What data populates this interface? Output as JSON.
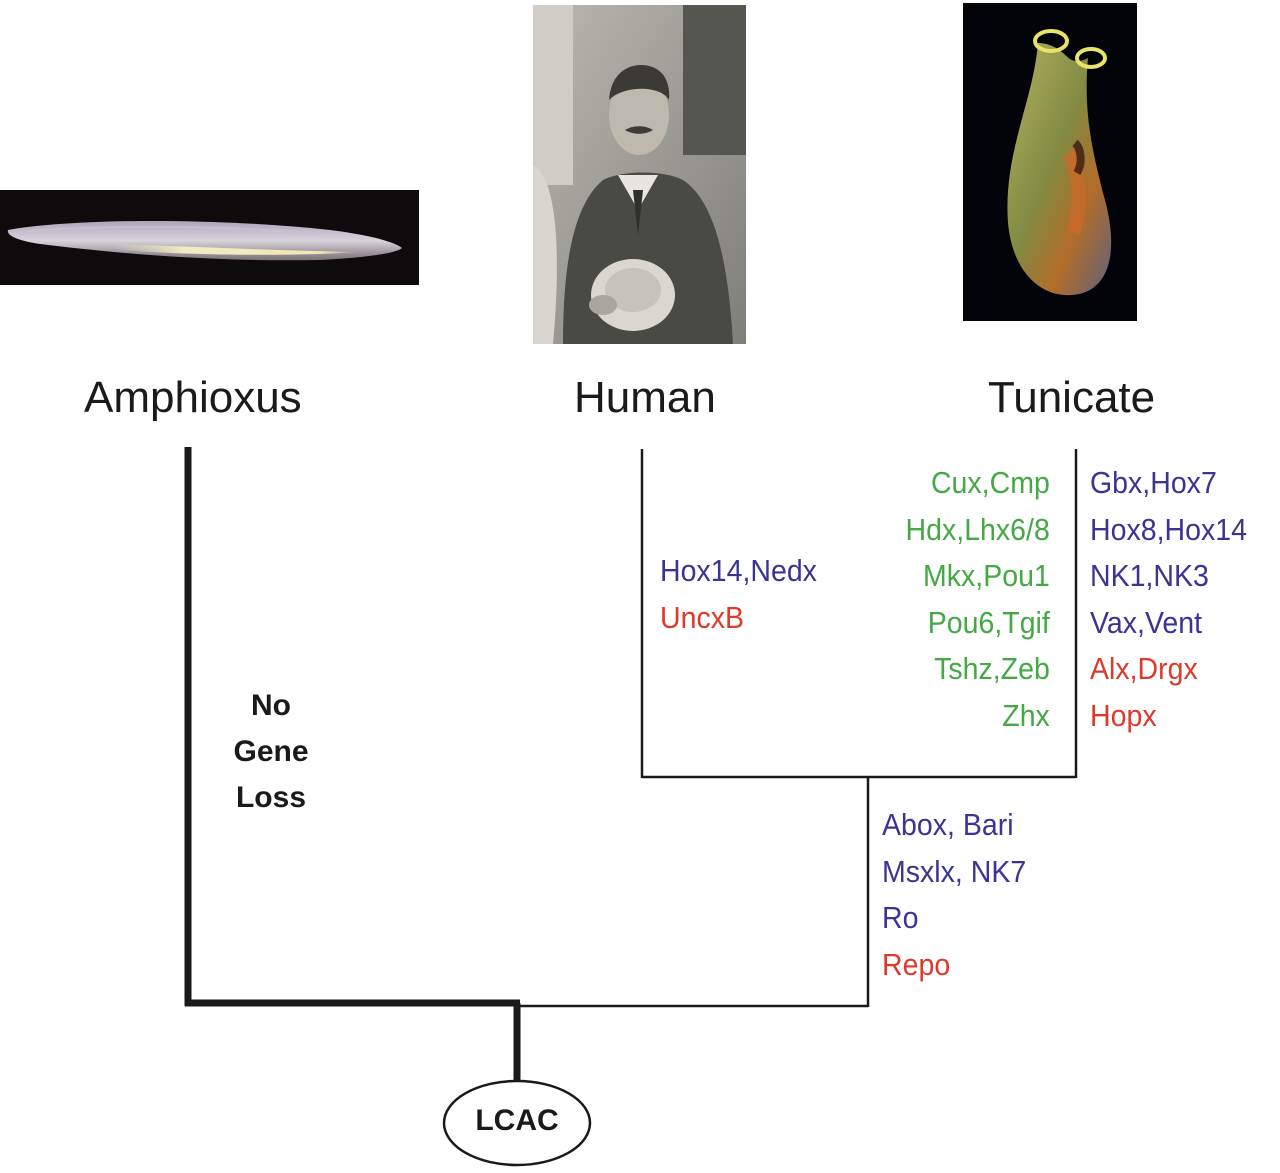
{
  "colors": {
    "lost_blue": "#3a3592",
    "lost_red": "#dc3a2a",
    "lost_green": "#45a845",
    "line": "#1a1a1a"
  },
  "taxa": {
    "amphioxus": "Amphioxus",
    "human": "Human",
    "tunicate": "Tunicate"
  },
  "root_label": "LCAC",
  "amphioxus_note": [
    "No",
    "Gene",
    "Loss"
  ],
  "gene_losses": {
    "human": [
      {
        "text": "Hox14,Nedx",
        "color": "blue"
      },
      {
        "text": "UncxB",
        "color": "red"
      }
    ],
    "tunicate_left": [
      {
        "text": "Cux,Cmp",
        "color": "green"
      },
      {
        "text": "Hdx,Lhx6/8",
        "color": "green"
      },
      {
        "text": "Mkx,Pou1",
        "color": "green"
      },
      {
        "text": "Pou6,Tgif",
        "color": "green"
      },
      {
        "text": "Tshz,Zeb",
        "color": "green"
      },
      {
        "text": "Zhx",
        "color": "green"
      }
    ],
    "tunicate_right": [
      {
        "text": "Gbx,Hox7",
        "color": "blue"
      },
      {
        "text": "Hox8,Hox14",
        "color": "blue"
      },
      {
        "text": "NK1,NK3",
        "color": "blue"
      },
      {
        "text": "Vax,Vent",
        "color": "blue"
      },
      {
        "text": "Alx,Drgx",
        "color": "red"
      },
      {
        "text": "Hopx",
        "color": "red"
      }
    ],
    "olfactores": [
      {
        "text": "Abox, Bari",
        "color": "blue"
      },
      {
        "text": "Msxlx, NK7",
        "color": "blue"
      },
      {
        "text": "Ro",
        "color": "blue"
      },
      {
        "text": "Repo",
        "color": "red"
      }
    ]
  }
}
